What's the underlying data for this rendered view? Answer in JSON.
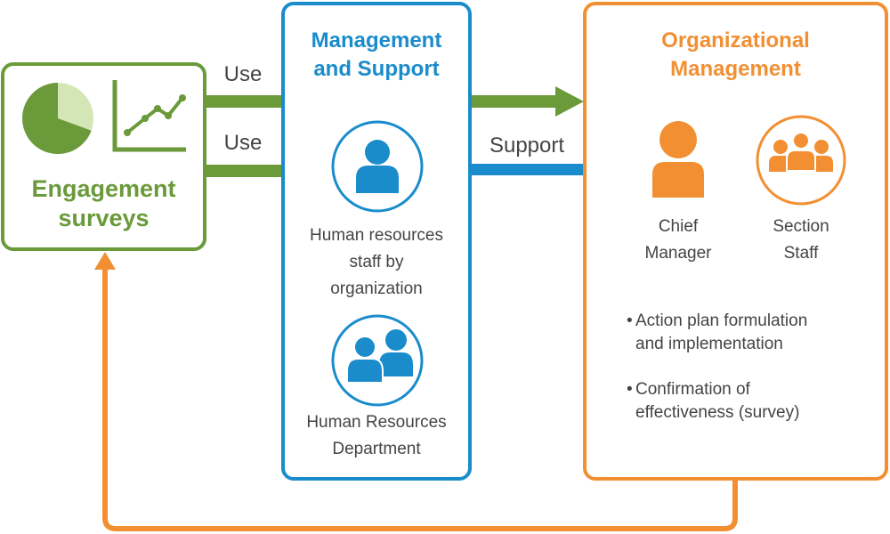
{
  "colors": {
    "green": "#6a9a3a",
    "light_green": "#d4e6b5",
    "blue": "#1a8ccc",
    "orange": "#f28f32",
    "text_gray": "#444444"
  },
  "left_box": {
    "title_line1": "Engagement",
    "title_line2": "surveys",
    "icons": [
      "pie-chart-icon",
      "line-chart-icon"
    ]
  },
  "arrows": {
    "use_top": "Use",
    "use_bottom": "Use",
    "support": "Support"
  },
  "middle_box": {
    "title_line1": "Management",
    "title_line2": "and Support",
    "hr_staff": {
      "icon": "person-icon",
      "line1": "Human resources",
      "line2": "staff by",
      "line3": "organization"
    },
    "hr_department": {
      "icon": "people-pair-icon",
      "line1": "Human Resources",
      "line2": "Department"
    }
  },
  "right_box": {
    "title_line1": "Organizational",
    "title_line2": "Management",
    "chief": {
      "icon": "person-icon",
      "line1": "Chief",
      "line2": "Manager"
    },
    "section": {
      "icon": "group-icon",
      "line1": "Section",
      "line2": "Staff"
    },
    "bullets": [
      {
        "mark": "•",
        "line1": "Action plan formulation",
        "line2": "and implementation"
      },
      {
        "mark": "•",
        "line1": "Confirmation of",
        "line2": "effectiveness (survey)"
      }
    ]
  }
}
